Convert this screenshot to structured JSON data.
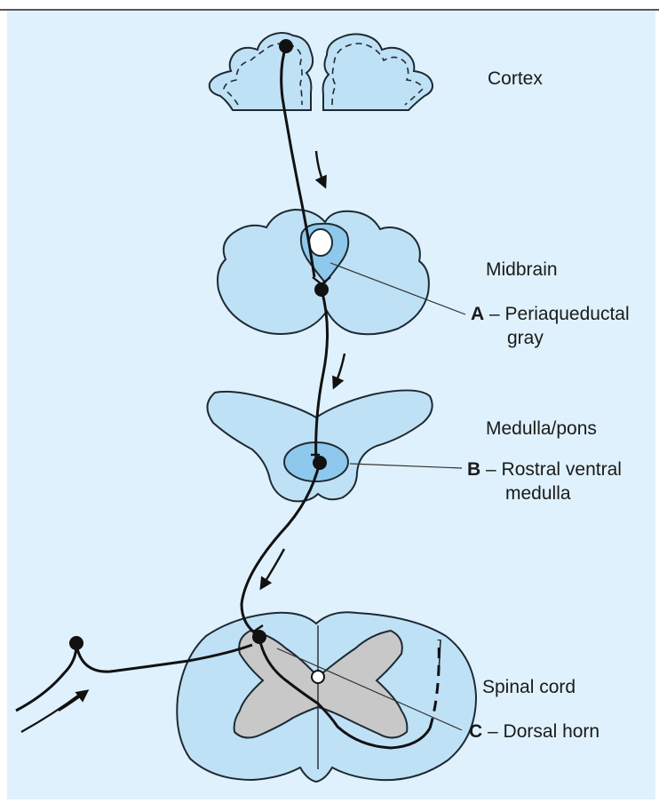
{
  "regions": {
    "cortex": "Cortex",
    "midbrain": "Midbrain",
    "medulla_pons": "Medulla/pons",
    "spinal_cord": "Spinal cord"
  },
  "structures": [
    {
      "letter": "A",
      "separator": "–",
      "name_line1": "Periaqueductal",
      "name_line2": "gray"
    },
    {
      "letter": "B",
      "separator": "–",
      "name_line1": "Rostral ventral",
      "name_line2": "medulla"
    },
    {
      "letter": "C",
      "separator": "–",
      "name_line1": "Dorsal horn",
      "name_line2": ""
    }
  ],
  "colors": {
    "background": "#dff1fc",
    "tissue": "#bfe1f6",
    "nucleus": "#8ec8ec",
    "gray_matter": "#c8c8c8",
    "outline": "#1e2a33",
    "neuron": "#111111"
  }
}
